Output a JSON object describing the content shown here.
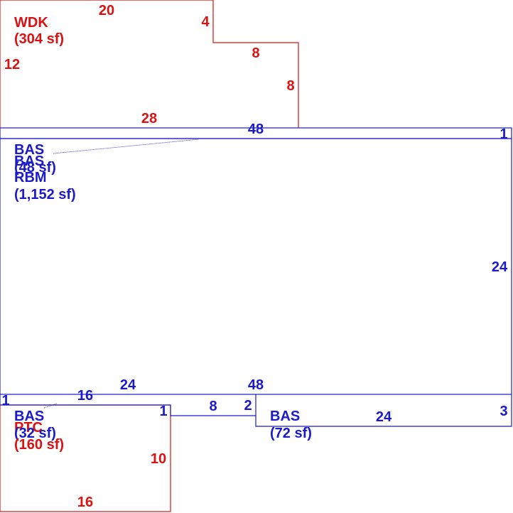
{
  "colors": {
    "red": "#dd1111",
    "blue": "#1a1acc"
  },
  "areas": {
    "wdk": {
      "code": "WDK",
      "area": "(304 sf)"
    },
    "bas_strip": {
      "code": "BAS",
      "area": "(48 sf)"
    },
    "bas_dup": {
      "code": "BAS"
    },
    "rbm": {
      "code": "RBM",
      "area": "(1,152 sf)"
    },
    "bas_small": {
      "code": "BAS",
      "area": "(32 sf)"
    },
    "ptc": {
      "code": "PTC",
      "area": "(160 sf)"
    },
    "bas_right": {
      "code": "BAS",
      "area": "(72 sf)"
    }
  },
  "dimensions": {
    "wdk_top": "20",
    "wdk_step_v": "4",
    "wdk_step_h": "8",
    "wdk_right": "8",
    "wdk_left": "12",
    "wdk_bottom": "28",
    "bas_top": "48",
    "bas_right": "1",
    "rbm_right": "24",
    "rbm_bottom_left": "24",
    "rbm_bottom": "48",
    "left_1": "1",
    "left_16": "16",
    "bottom_1": "1",
    "bottom_8": "8",
    "bottom_2": "2",
    "right_rect_24": "24",
    "right_rect_3": "3",
    "ptc_right": "10",
    "ptc_bottom": "16"
  }
}
